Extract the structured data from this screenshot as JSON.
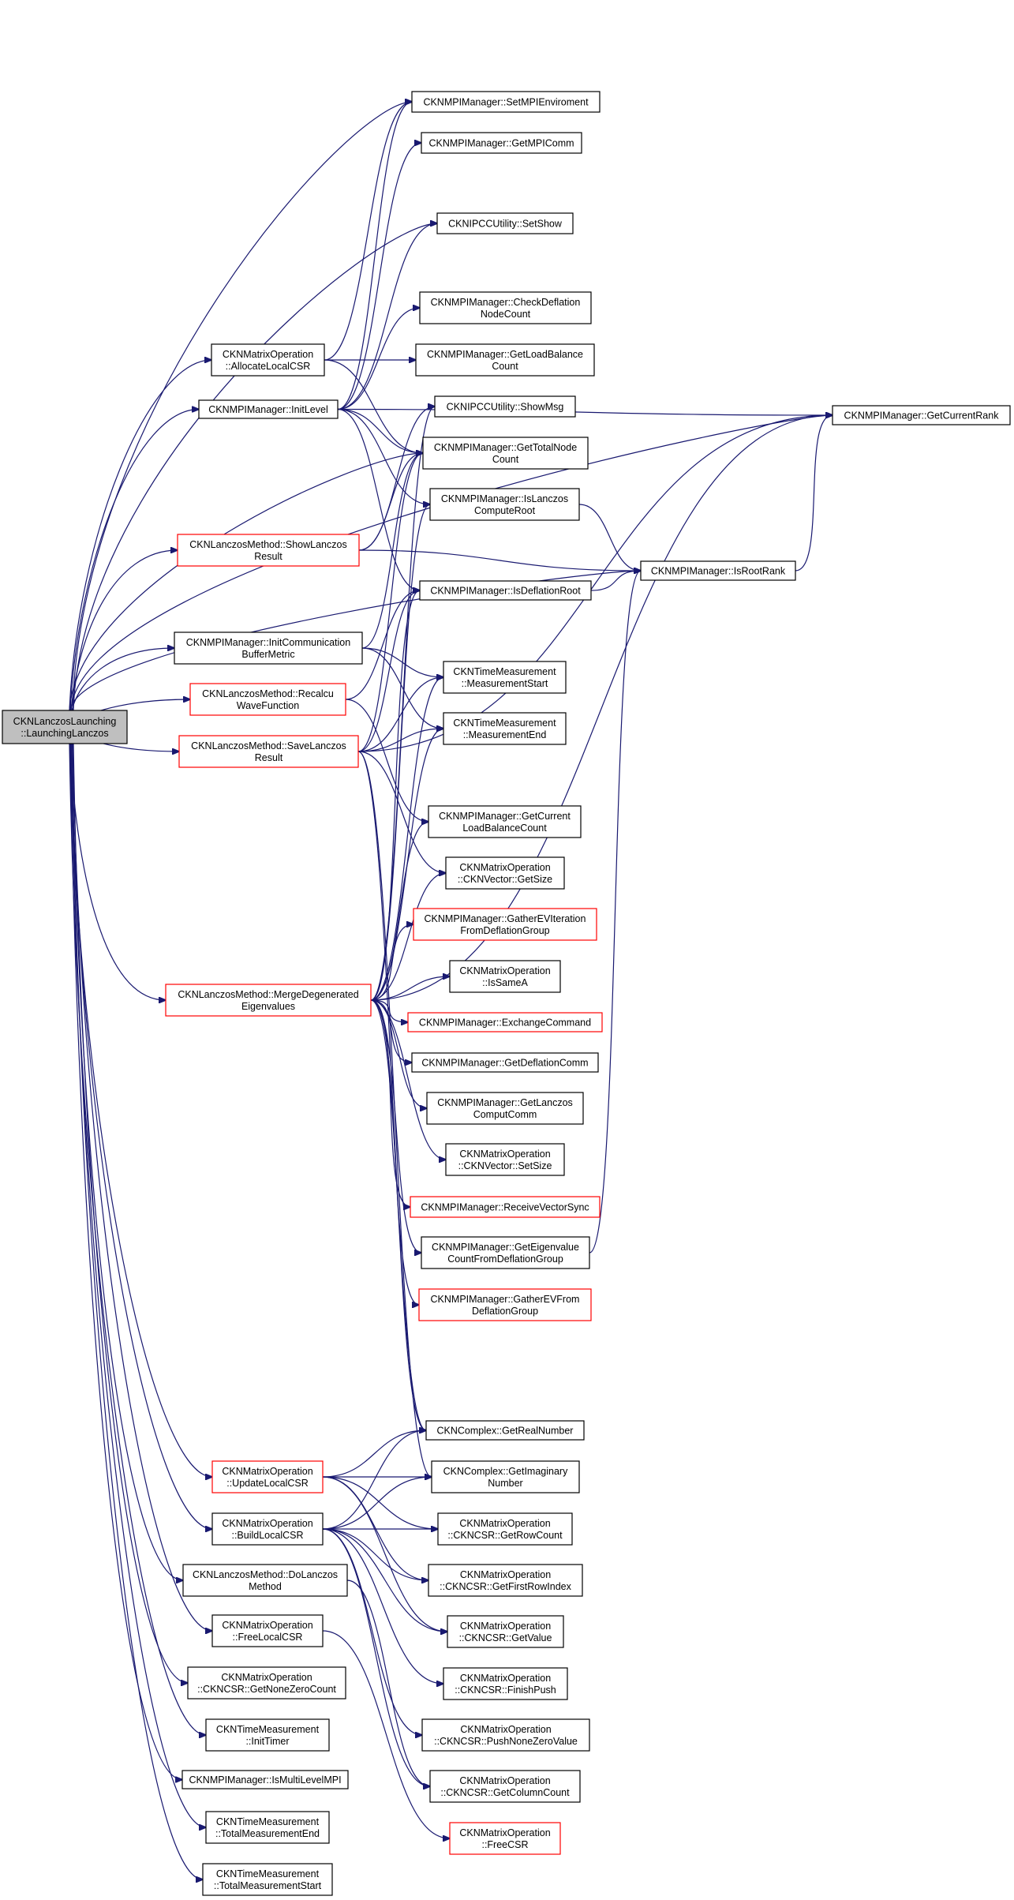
{
  "diagram": {
    "type": "call-graph",
    "colors": {
      "edge": "#191970",
      "node_border": "#000000",
      "node_border_truncated": "#ff0000",
      "root_fill": "#bfbfbf",
      "node_fill": "#ffffff"
    },
    "nodes": [
      {
        "id": "root",
        "lines": [
          "CKNLanczosLaunching",
          "::LaunchingLanczos"
        ],
        "style": "root"
      },
      {
        "id": "allocLocalCSR",
        "lines": [
          "CKNMatrixOperation",
          "::AllocateLocalCSR"
        ],
        "style": "normal"
      },
      {
        "id": "initLevel",
        "lines": [
          "CKNMPIManager::InitLevel"
        ],
        "style": "normal"
      },
      {
        "id": "showLanczos",
        "lines": [
          "CKNLanczosMethod::ShowLanczos",
          "Result"
        ],
        "style": "red"
      },
      {
        "id": "initComm",
        "lines": [
          "CKNMPIManager::InitCommunication",
          "BufferMetric"
        ],
        "style": "normal"
      },
      {
        "id": "recalcu",
        "lines": [
          "CKNLanczosMethod::Recalcu",
          "WaveFunction"
        ],
        "style": "red"
      },
      {
        "id": "saveLanczos",
        "lines": [
          "CKNLanczosMethod::SaveLanczos",
          "Result"
        ],
        "style": "red"
      },
      {
        "id": "merge",
        "lines": [
          "CKNLanczosMethod::MergeDegenerated",
          "Eigenvalues"
        ],
        "style": "red"
      },
      {
        "id": "updateLocalCSR",
        "lines": [
          "CKNMatrixOperation",
          "::UpdateLocalCSR"
        ],
        "style": "red"
      },
      {
        "id": "buildLocalCSR",
        "lines": [
          "CKNMatrixOperation",
          "::BuildLocalCSR"
        ],
        "style": "normal"
      },
      {
        "id": "doLanczos",
        "lines": [
          "CKNLanczosMethod::DoLanczos",
          "Method"
        ],
        "style": "normal"
      },
      {
        "id": "freeLocalCSR",
        "lines": [
          "CKNMatrixOperation",
          "::FreeLocalCSR"
        ],
        "style": "normal"
      },
      {
        "id": "getNoneZero",
        "lines": [
          "CKNMatrixOperation",
          "::CKNCSR::GetNoneZeroCount"
        ],
        "style": "normal"
      },
      {
        "id": "initTimer",
        "lines": [
          "CKNTimeMeasurement",
          "::InitTimer"
        ],
        "style": "normal"
      },
      {
        "id": "isMultiLevel",
        "lines": [
          "CKNMPIManager::IsMultiLevelMPI"
        ],
        "style": "normal"
      },
      {
        "id": "totalEnd",
        "lines": [
          "CKNTimeMeasurement",
          "::TotalMeasurementEnd"
        ],
        "style": "normal"
      },
      {
        "id": "totalStart",
        "lines": [
          "CKNTimeMeasurement",
          "::TotalMeasurementStart"
        ],
        "style": "normal"
      },
      {
        "id": "setMPIEnv",
        "lines": [
          "CKNMPIManager::SetMPIEnviroment"
        ],
        "style": "normal"
      },
      {
        "id": "getMPIComm",
        "lines": [
          "CKNMPIManager::GetMPIComm"
        ],
        "style": "normal"
      },
      {
        "id": "setShow",
        "lines": [
          "CKNIPCCUtility::SetShow"
        ],
        "style": "normal"
      },
      {
        "id": "checkDefl",
        "lines": [
          "CKNMPIManager::CheckDeflation",
          "NodeCount"
        ],
        "style": "normal"
      },
      {
        "id": "getLoadBal",
        "lines": [
          "CKNMPIManager::GetLoadBalance",
          "Count"
        ],
        "style": "normal"
      },
      {
        "id": "showMsg",
        "lines": [
          "CKNIPCCUtility::ShowMsg"
        ],
        "style": "normal"
      },
      {
        "id": "getTotalNode",
        "lines": [
          "CKNMPIManager::GetTotalNode",
          "Count"
        ],
        "style": "normal"
      },
      {
        "id": "isLanczosRoot",
        "lines": [
          "CKNMPIManager::IsLanczos",
          "ComputeRoot"
        ],
        "style": "normal"
      },
      {
        "id": "isDeflRoot",
        "lines": [
          "CKNMPIManager::IsDeflationRoot"
        ],
        "style": "normal"
      },
      {
        "id": "measStart",
        "lines": [
          "CKNTimeMeasurement",
          "::MeasurementStart"
        ],
        "style": "normal"
      },
      {
        "id": "measEnd",
        "lines": [
          "CKNTimeMeasurement",
          "::MeasurementEnd"
        ],
        "style": "normal"
      },
      {
        "id": "getCurLoadBal",
        "lines": [
          "CKNMPIManager::GetCurrent",
          "LoadBalanceCount"
        ],
        "style": "normal"
      },
      {
        "id": "vecGetSize",
        "lines": [
          "CKNMatrixOperation",
          "::CKNVector::GetSize"
        ],
        "style": "normal"
      },
      {
        "id": "gatherEVIter",
        "lines": [
          "CKNMPIManager::GatherEVIteration",
          "FromDeflationGroup"
        ],
        "style": "red"
      },
      {
        "id": "isSameA",
        "lines": [
          "CKNMatrixOperation",
          "::IsSameA"
        ],
        "style": "normal"
      },
      {
        "id": "exchangeCmd",
        "lines": [
          "CKNMPIManager::ExchangeCommand"
        ],
        "style": "red"
      },
      {
        "id": "getDeflComm",
        "lines": [
          "CKNMPIManager::GetDeflationComm"
        ],
        "style": "normal"
      },
      {
        "id": "getLanczosComm",
        "lines": [
          "CKNMPIManager::GetLanczos",
          "ComputComm"
        ],
        "style": "normal"
      },
      {
        "id": "vecSetSize",
        "lines": [
          "CKNMatrixOperation",
          "::CKNVector::SetSize"
        ],
        "style": "normal"
      },
      {
        "id": "recvVecSync",
        "lines": [
          "CKNMPIManager::ReceiveVectorSync"
        ],
        "style": "red"
      },
      {
        "id": "getEigCount",
        "lines": [
          "CKNMPIManager::GetEigenvalue",
          "CountFromDeflationGroup"
        ],
        "style": "normal"
      },
      {
        "id": "gatherEV",
        "lines": [
          "CKNMPIManager::GatherEVFrom",
          "DeflationGroup"
        ],
        "style": "red"
      },
      {
        "id": "getReal",
        "lines": [
          "CKNComplex::GetRealNumber"
        ],
        "style": "normal"
      },
      {
        "id": "getImag",
        "lines": [
          "CKNComplex::GetImaginary",
          "Number"
        ],
        "style": "normal"
      },
      {
        "id": "getRowCount",
        "lines": [
          "CKNMatrixOperation",
          "::CKNCSR::GetRowCount"
        ],
        "style": "normal"
      },
      {
        "id": "getFirstRow",
        "lines": [
          "CKNMatrixOperation",
          "::CKNCSR::GetFirstRowIndex"
        ],
        "style": "normal"
      },
      {
        "id": "getValue",
        "lines": [
          "CKNMatrixOperation",
          "::CKNCSR::GetValue"
        ],
        "style": "normal"
      },
      {
        "id": "finishPush",
        "lines": [
          "CKNMatrixOperation",
          "::CKNCSR::FinishPush"
        ],
        "style": "normal"
      },
      {
        "id": "pushNoneZero",
        "lines": [
          "CKNMatrixOperation",
          "::CKNCSR::PushNoneZeroValue"
        ],
        "style": "normal"
      },
      {
        "id": "getColCount",
        "lines": [
          "CKNMatrixOperation",
          "::CKNCSR::GetColumnCount"
        ],
        "style": "normal"
      },
      {
        "id": "freeCSR",
        "lines": [
          "CKNMatrixOperation",
          "::FreeCSR"
        ],
        "style": "red"
      },
      {
        "id": "isRootRank",
        "lines": [
          "CKNMPIManager::IsRootRank"
        ],
        "style": "normal"
      },
      {
        "id": "getCurRank",
        "lines": [
          "CKNMPIManager::GetCurrentRank"
        ],
        "style": "normal"
      }
    ],
    "edges": [
      [
        "root",
        "allocLocalCSR"
      ],
      [
        "root",
        "initLevel"
      ],
      [
        "root",
        "showLanczos"
      ],
      [
        "root",
        "initComm"
      ],
      [
        "root",
        "recalcu"
      ],
      [
        "root",
        "saveLanczos"
      ],
      [
        "root",
        "merge"
      ],
      [
        "root",
        "updateLocalCSR"
      ],
      [
        "root",
        "buildLocalCSR"
      ],
      [
        "root",
        "doLanczos"
      ],
      [
        "root",
        "freeLocalCSR"
      ],
      [
        "root",
        "getNoneZero"
      ],
      [
        "root",
        "initTimer"
      ],
      [
        "root",
        "isMultiLevel"
      ],
      [
        "root",
        "totalEnd"
      ],
      [
        "root",
        "totalStart"
      ],
      [
        "root",
        "setMPIEnv"
      ],
      [
        "root",
        "setShow"
      ],
      [
        "root",
        "getTotalNode"
      ],
      [
        "root",
        "isRootRank"
      ],
      [
        "root",
        "getCurRank"
      ],
      [
        "allocLocalCSR",
        "setMPIEnv"
      ],
      [
        "allocLocalCSR",
        "getLoadBal"
      ],
      [
        "allocLocalCSR",
        "getTotalNode"
      ],
      [
        "initLevel",
        "setMPIEnv"
      ],
      [
        "initLevel",
        "getMPIComm"
      ],
      [
        "initLevel",
        "setShow"
      ],
      [
        "initLevel",
        "checkDefl"
      ],
      [
        "initLevel",
        "getTotalNode"
      ],
      [
        "initLevel",
        "isLanczosRoot"
      ],
      [
        "initLevel",
        "isDeflRoot"
      ],
      [
        "initLevel",
        "getCurRank"
      ],
      [
        "showLanczos",
        "showMsg"
      ],
      [
        "showLanczos",
        "getTotalNode"
      ],
      [
        "showLanczos",
        "isRootRank"
      ],
      [
        "initComm",
        "getTotalNode"
      ],
      [
        "initComm",
        "measStart"
      ],
      [
        "initComm",
        "measEnd"
      ],
      [
        "recalcu",
        "isDeflRoot"
      ],
      [
        "recalcu",
        "getCurLoadBal"
      ],
      [
        "saveLanczos",
        "getTotalNode"
      ],
      [
        "saveLanczos",
        "isDeflRoot"
      ],
      [
        "saveLanczos",
        "measStart"
      ],
      [
        "saveLanczos",
        "measEnd"
      ],
      [
        "saveLanczos",
        "getReal"
      ],
      [
        "saveLanczos",
        "getImag"
      ],
      [
        "saveLanczos",
        "vecGetSize"
      ],
      [
        "saveLanczos",
        "getCurRank"
      ],
      [
        "merge",
        "showMsg"
      ],
      [
        "merge",
        "isLanczosRoot"
      ],
      [
        "merge",
        "isDeflRoot"
      ],
      [
        "merge",
        "measStart"
      ],
      [
        "merge",
        "measEnd"
      ],
      [
        "merge",
        "getCurLoadBal"
      ],
      [
        "merge",
        "vecGetSize"
      ],
      [
        "merge",
        "gatherEVIter"
      ],
      [
        "merge",
        "isSameA"
      ],
      [
        "merge",
        "exchangeCmd"
      ],
      [
        "merge",
        "getDeflComm"
      ],
      [
        "merge",
        "getLanczosComm"
      ],
      [
        "merge",
        "vecSetSize"
      ],
      [
        "merge",
        "recvVecSync"
      ],
      [
        "merge",
        "getEigCount"
      ],
      [
        "merge",
        "gatherEV"
      ],
      [
        "merge",
        "getReal"
      ],
      [
        "merge",
        "getCurRank"
      ],
      [
        "updateLocalCSR",
        "getReal"
      ],
      [
        "updateLocalCSR",
        "getImag"
      ],
      [
        "updateLocalCSR",
        "getRowCount"
      ],
      [
        "updateLocalCSR",
        "getFirstRow"
      ],
      [
        "updateLocalCSR",
        "getValue"
      ],
      [
        "buildLocalCSR",
        "getReal"
      ],
      [
        "buildLocalCSR",
        "getImag"
      ],
      [
        "buildLocalCSR",
        "getRowCount"
      ],
      [
        "buildLocalCSR",
        "getFirstRow"
      ],
      [
        "buildLocalCSR",
        "getValue"
      ],
      [
        "buildLocalCSR",
        "finishPush"
      ],
      [
        "buildLocalCSR",
        "pushNoneZero"
      ],
      [
        "buildLocalCSR",
        "getColCount"
      ],
      [
        "doLanczos",
        "getColCount"
      ],
      [
        "freeLocalCSR",
        "freeCSR"
      ],
      [
        "isLanczosRoot",
        "isRootRank"
      ],
      [
        "isDeflRoot",
        "isRootRank"
      ],
      [
        "getEigCount",
        "isRootRank"
      ],
      [
        "isRootRank",
        "getCurRank"
      ]
    ]
  }
}
